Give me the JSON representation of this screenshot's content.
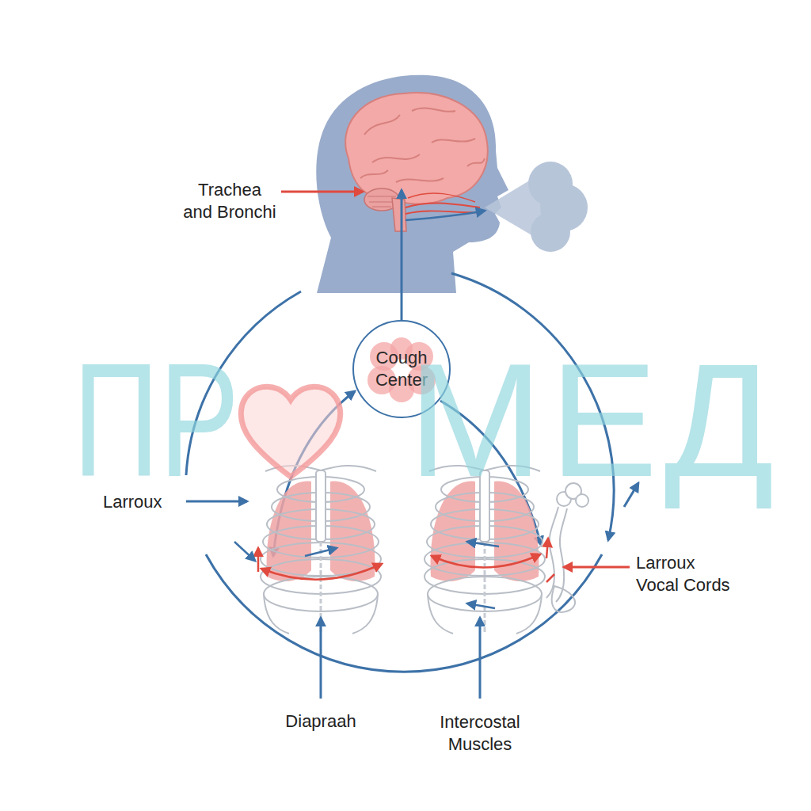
{
  "diagram": {
    "nodes": [
      {
        "text": [
          "Cough Center"
        ]
      }
    ],
    "labels": [
      "Trachea and Bronchi",
      "Larroux",
      "Larroux Vocal Cords",
      "Diapraah",
      "Intercostal Muscles",
      "ПР",
      "МЕД"
    ]
  }
}
